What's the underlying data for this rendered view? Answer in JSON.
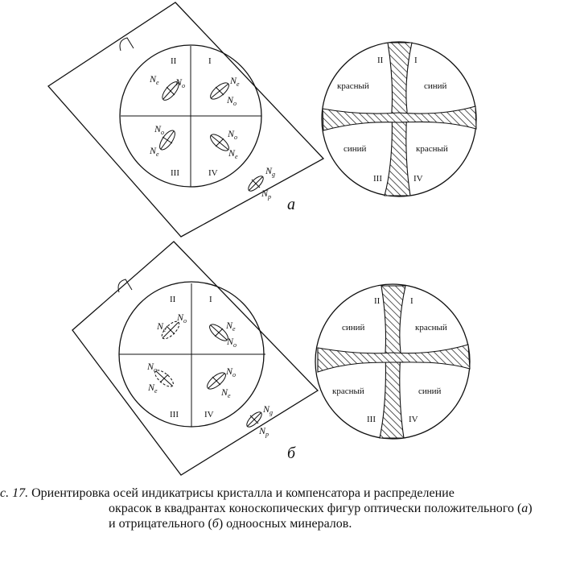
{
  "panels": {
    "a": {
      "label": "а",
      "quadrants": {
        "q1": "I",
        "q2": "II",
        "q3": "III",
        "q4": "IV"
      },
      "indicatrix": {
        "ne": "N",
        "ne_sub": "e",
        "no": "N",
        "no_sub": "o"
      },
      "compensator": {
        "ng": "N",
        "ng_sub": "g",
        "np": "N",
        "np_sub": "p"
      },
      "colors": {
        "q1": "синий",
        "q2": "красный",
        "q3": "синий",
        "q4": "красный"
      }
    },
    "b": {
      "label": "б",
      "quadrants": {
        "q1": "I",
        "q2": "II",
        "q3": "III",
        "q4": "IV"
      },
      "indicatrix": {
        "ne": "N",
        "ne_sub": "e",
        "no": "N",
        "no_sub": "o"
      },
      "compensator": {
        "ng": "N",
        "ng_sub": "g",
        "np": "N",
        "np_sub": "p"
      },
      "colors": {
        "q1": "красный",
        "q2": "синий",
        "q3": "красный",
        "q4": "синий"
      },
      "right_q2": "II"
    }
  },
  "caption": {
    "prefix": "с. 17.",
    "line1": " Ориентировка осей индикатрисы кристалла и компенсатора и распределение",
    "line2a": "окрасок в квадрантах коноскопических фигур оптически положительного (",
    "line2_a": "а",
    "line2b": ")",
    "line3a": "и отрицательного (",
    "line3_b": "б",
    "line3b": ") одноосных минералов."
  }
}
